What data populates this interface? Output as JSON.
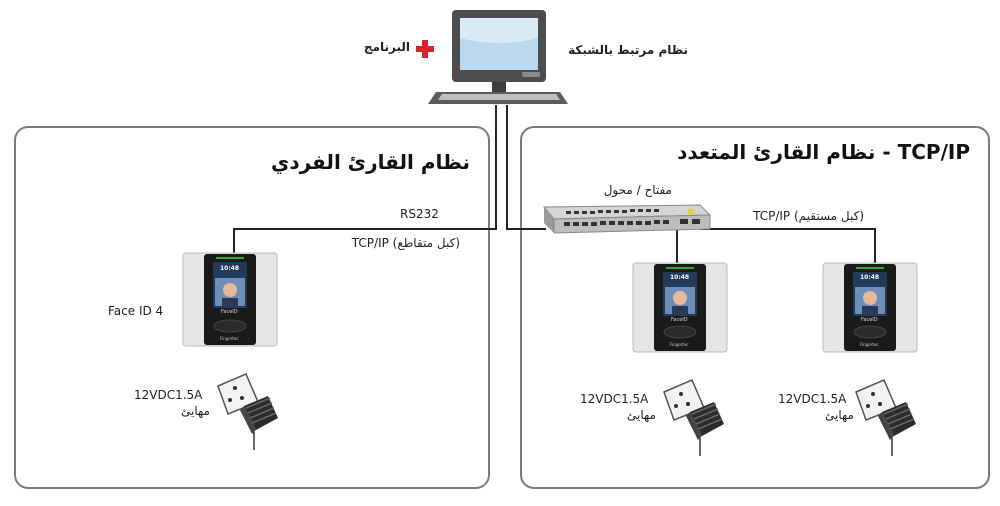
{
  "top": {
    "software_label": "البرنامج",
    "network_label": "نظام مرتبط بالشبكة"
  },
  "left_panel": {
    "title": "نظام القارئ الفردي",
    "rs232_label": "RS232",
    "cable_label": "TCP/IP (كبل متقاطع)",
    "device_label": "Face ID 4",
    "power_value": "12VDC1.5A",
    "power_label": "مهايئ"
  },
  "right_panel": {
    "title": "TCP/IP - نظام القارئ المتعدد",
    "switch_label": "مفتاح / محول",
    "cable_label": "TCP/IP (كبل مستقيم)",
    "devices": [
      {
        "power_value": "12VDC1.5A",
        "power_label": "مهايئ"
      },
      {
        "power_value": "12VDC1.5A",
        "power_label": "مهايئ"
      }
    ]
  },
  "device_screen": {
    "time": "10:48",
    "brand": "FaceID",
    "maker": "Fingertec"
  },
  "colors": {
    "accent_red": "#d8232a",
    "panel_border": "#7a7a7a",
    "monitor_blue": "#bcd8ef",
    "device_dark": "#1a1a1a"
  }
}
